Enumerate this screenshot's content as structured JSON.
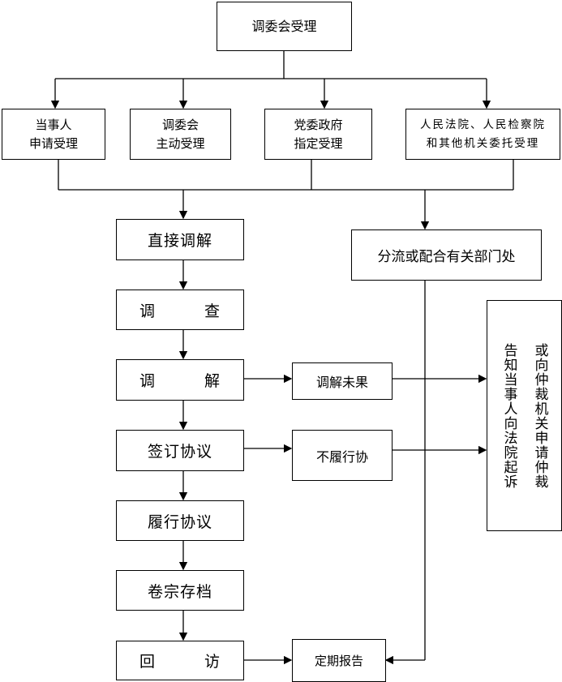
{
  "top": "调委会受理",
  "sources": [
    {
      "l1": "当事人",
      "l2": "申请受理"
    },
    {
      "l1": "调委会",
      "l2": "主动受理"
    },
    {
      "l1": "党委政府",
      "l2": "指定受理"
    },
    {
      "l1": "人民法院、人民检察院",
      "l2": "和其他机关委托受理"
    }
  ],
  "steps": {
    "direct": "直接调解",
    "investigate_a": "调",
    "investigate_b": "查",
    "mediate_a": "调",
    "mediate_b": "解",
    "sign": "签订协议",
    "perform": "履行协议",
    "archive": "卷宗存档",
    "visit_a": "回",
    "visit_b": "访"
  },
  "divert": "分流或配合有关部门处",
  "failed": "调解未果",
  "not_perform": "不履行协",
  "report": "定期报告",
  "outcome": {
    "col_left": "告知当事人向法院起诉",
    "col_right": "或向仲裁机关申请仲裁"
  }
}
